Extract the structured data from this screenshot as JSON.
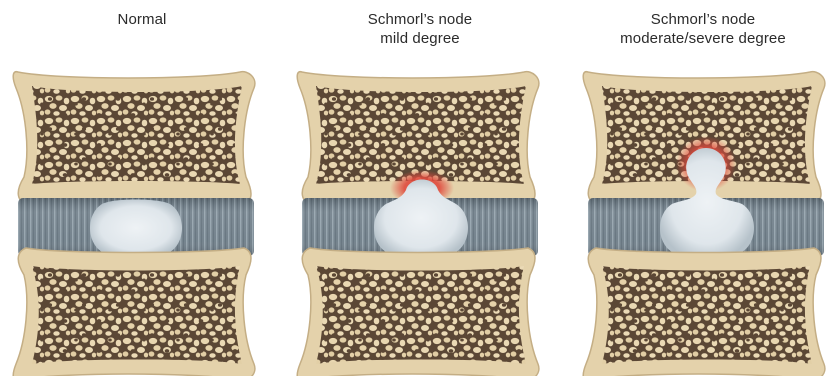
{
  "panels": [
    {
      "id": "normal",
      "caption_lines": [
        "Normal"
      ]
    },
    {
      "id": "mild",
      "caption_lines": [
        "Schmorl’s node",
        "mild degree"
      ]
    },
    {
      "id": "severe",
      "caption_lines": [
        "Schmorl’s node",
        "moderate/severe degree"
      ]
    }
  ],
  "colors": {
    "bone_cortex": "#ecdcb8",
    "bone_cortex_shadow": "#c9b58c",
    "bone_trabecular_bg": "#5a4636",
    "bone_trabecular_cell": "#e6d3ac",
    "disc_annulus": "#6d7c87",
    "disc_annulus_ring": "#8d9ca6",
    "disc_nucleus": "#e3e9ee",
    "inflammation": "#e0473f"
  }
}
